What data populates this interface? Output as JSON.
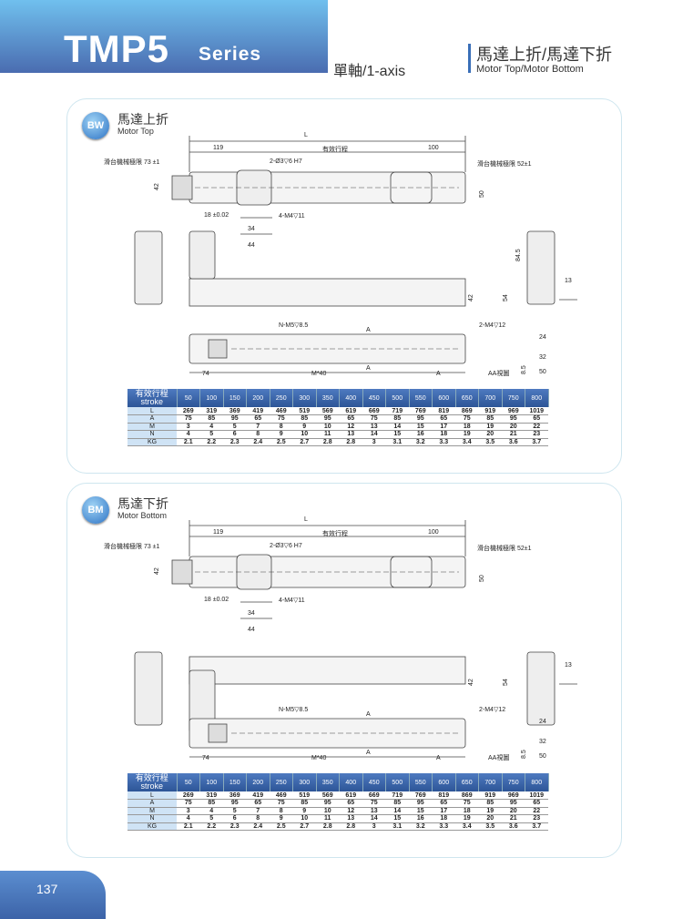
{
  "header": {
    "title": "TMP5",
    "series": "Series",
    "axis": "單軸/1-axis",
    "right_title": "馬達上折/馬達下折",
    "right_subtitle": "Motor Top/Motor Bottom"
  },
  "sections": [
    {
      "badge": "BW",
      "title": "馬達上折",
      "subtitle": "Motor Top",
      "labels": {
        "L": "L",
        "d119": "119",
        "stroke": "有效行程",
        "d100": "100",
        "limit_left": "滑台機械極限 73 ±1",
        "limit_right": "滑台機械極限 52±1",
        "pin": "2-Ø3▽6 H7",
        "d42": "42",
        "d50": "50",
        "tol18": "18 ±0.02",
        "m4": "4-M4▽11",
        "d34": "34",
        "d44": "44",
        "d84": "84.5",
        "d42b": "42",
        "d54": "54",
        "d13": "13",
        "m4b": "2-M4▽12",
        "d24": "24",
        "d32": "32",
        "d50b": "50",
        "nm5": "N-M5▽8.5",
        "A1": "A",
        "A2": "A",
        "d74": "74",
        "m40": "M*40",
        "Adim": "A",
        "aa": "AA視圖",
        "d85": "8.5"
      }
    },
    {
      "badge": "BM",
      "title": "馬達下折",
      "subtitle": "Motor Bottom",
      "labels": {
        "L": "L",
        "d119": "119",
        "stroke": "有效行程",
        "d100": "100",
        "limit_left": "滑台機械極限 73 ±1",
        "limit_right": "滑台機械極限 52±1",
        "pin": "2-Ø3▽6 H7",
        "d42": "42",
        "d50": "50",
        "tol18": "18 ±0.02",
        "m4": "4-M4▽11",
        "d34": "34",
        "d44": "44",
        "d84": "",
        "d42b": "42",
        "d54": "54",
        "d13": "13",
        "m4b": "2-M4▽12",
        "d24": "24",
        "d32": "32",
        "d50b": "50",
        "nm5": "N-M5▽8.5",
        "A1": "A",
        "A2": "A",
        "d74": "74",
        "m40": "M*40",
        "Adim": "A",
        "aa": "AA視圖",
        "d85": "8.5"
      }
    }
  ],
  "table": {
    "header_cn": "有效行程",
    "header_en": "stroke",
    "strokes": [
      "50",
      "100",
      "150",
      "200",
      "250",
      "300",
      "350",
      "400",
      "450",
      "500",
      "550",
      "600",
      "650",
      "700",
      "750",
      "800"
    ],
    "rows": [
      {
        "label": "L",
        "values": [
          "269",
          "319",
          "369",
          "419",
          "469",
          "519",
          "569",
          "619",
          "669",
          "719",
          "769",
          "819",
          "869",
          "919",
          "969",
          "1019"
        ]
      },
      {
        "label": "A",
        "values": [
          "75",
          "85",
          "95",
          "65",
          "75",
          "85",
          "95",
          "65",
          "75",
          "85",
          "95",
          "65",
          "75",
          "85",
          "95",
          "65"
        ]
      },
      {
        "label": "M",
        "values": [
          "3",
          "4",
          "5",
          "7",
          "8",
          "9",
          "10",
          "12",
          "13",
          "14",
          "15",
          "17",
          "18",
          "19",
          "20",
          "22"
        ]
      },
      {
        "label": "N",
        "values": [
          "4",
          "5",
          "6",
          "8",
          "9",
          "10",
          "11",
          "13",
          "14",
          "15",
          "16",
          "18",
          "19",
          "20",
          "21",
          "23"
        ]
      },
      {
        "label": "KG",
        "values": [
          "2.1",
          "2.2",
          "2.3",
          "2.4",
          "2.5",
          "2.7",
          "2.8",
          "2.8",
          "3",
          "3.1",
          "3.2",
          "3.3",
          "3.4",
          "3.5",
          "3.6",
          "3.7"
        ]
      }
    ]
  },
  "page_number": "137"
}
